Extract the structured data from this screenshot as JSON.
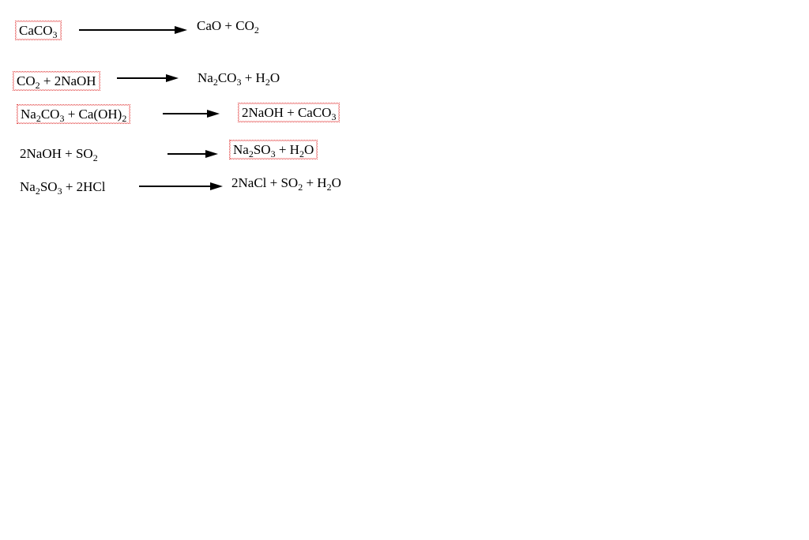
{
  "reactions": [
    {
      "reactants": [
        {
          "t": "CaCO"
        },
        {
          "s": "3"
        }
      ],
      "products": [
        {
          "t": "CaO + CO"
        },
        {
          "s": "2"
        }
      ],
      "reactants_boxed": true,
      "products_boxed": false
    },
    {
      "reactants": [
        {
          "t": "CO"
        },
        {
          "s": "2"
        },
        {
          "t": " + 2NaOH"
        }
      ],
      "products": [
        {
          "t": "Na"
        },
        {
          "s": "2"
        },
        {
          "t": "CO"
        },
        {
          "s": "3"
        },
        {
          "t": " + H"
        },
        {
          "s": "2"
        },
        {
          "t": "O"
        }
      ],
      "reactants_boxed": true,
      "products_boxed": false
    },
    {
      "reactants": [
        {
          "t": "Na"
        },
        {
          "s": "2"
        },
        {
          "t": "CO"
        },
        {
          "s": "3"
        },
        {
          "t": " + Ca(OH)"
        },
        {
          "s": "2"
        }
      ],
      "products": [
        {
          "t": "2NaOH + CaCO"
        },
        {
          "s": "3"
        }
      ],
      "reactants_boxed": true,
      "products_boxed": true
    },
    {
      "reactants": [
        {
          "t": "2NaOH + SO"
        },
        {
          "s": "2"
        }
      ],
      "products": [
        {
          "t": "Na"
        },
        {
          "s": "2"
        },
        {
          "t": "SO"
        },
        {
          "s": "3"
        },
        {
          "t": " + H"
        },
        {
          "s": "2"
        },
        {
          "t": "O"
        }
      ],
      "reactants_boxed": false,
      "products_boxed": true
    },
    {
      "reactants": [
        {
          "t": "Na"
        },
        {
          "s": "2"
        },
        {
          "t": "SO"
        },
        {
          "s": "3"
        },
        {
          "t": " + 2HCl"
        }
      ],
      "products": [
        {
          "t": "2NaCl + SO"
        },
        {
          "s": "2"
        },
        {
          "t": " + H"
        },
        {
          "s": "2"
        },
        {
          "t": "O"
        }
      ],
      "reactants_boxed": false,
      "products_boxed": false
    }
  ]
}
